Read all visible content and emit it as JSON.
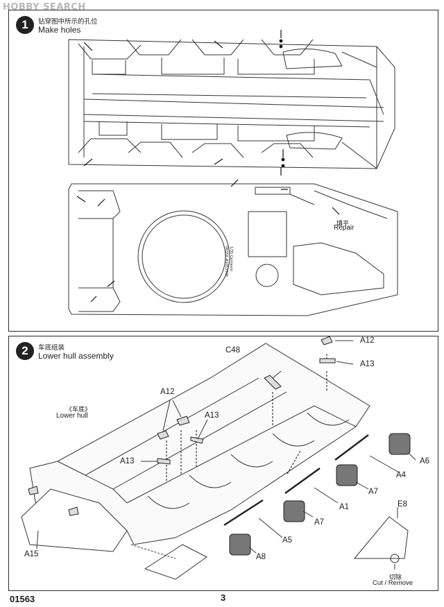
{
  "watermark": "HOBBY SEARCH",
  "step1": {
    "number": "1",
    "title_cn": "钻穿图中所示的孔位",
    "title_en": "Make holes",
    "repair_cn": "填平",
    "repair_en": "Repair",
    "plate_text_1": "1/35 Centauro",
    "plate_text_2": "00356 #1053306"
  },
  "step2": {
    "number": "2",
    "title_cn": "车底组装",
    "title_en": "Lower hull assembly",
    "lower_hull_cn": "《车底》",
    "lower_hull_en": "Lower  hull",
    "parts": {
      "c48": "C48",
      "a12_top": "A12",
      "a13_top": "A13",
      "a12_left": "A12",
      "a13_mid": "A13",
      "a13_left": "A13",
      "a6": "A6",
      "a4": "A4",
      "a7_upper": "A7",
      "a1": "A1",
      "a7_lower": "A7",
      "a5": "A5",
      "a8": "A8",
      "a15": "A15",
      "e8": "E8"
    },
    "cut_cn": "切除",
    "cut_en": "Cut / Remove"
  },
  "footer": {
    "code": "01563",
    "page": "3"
  }
}
